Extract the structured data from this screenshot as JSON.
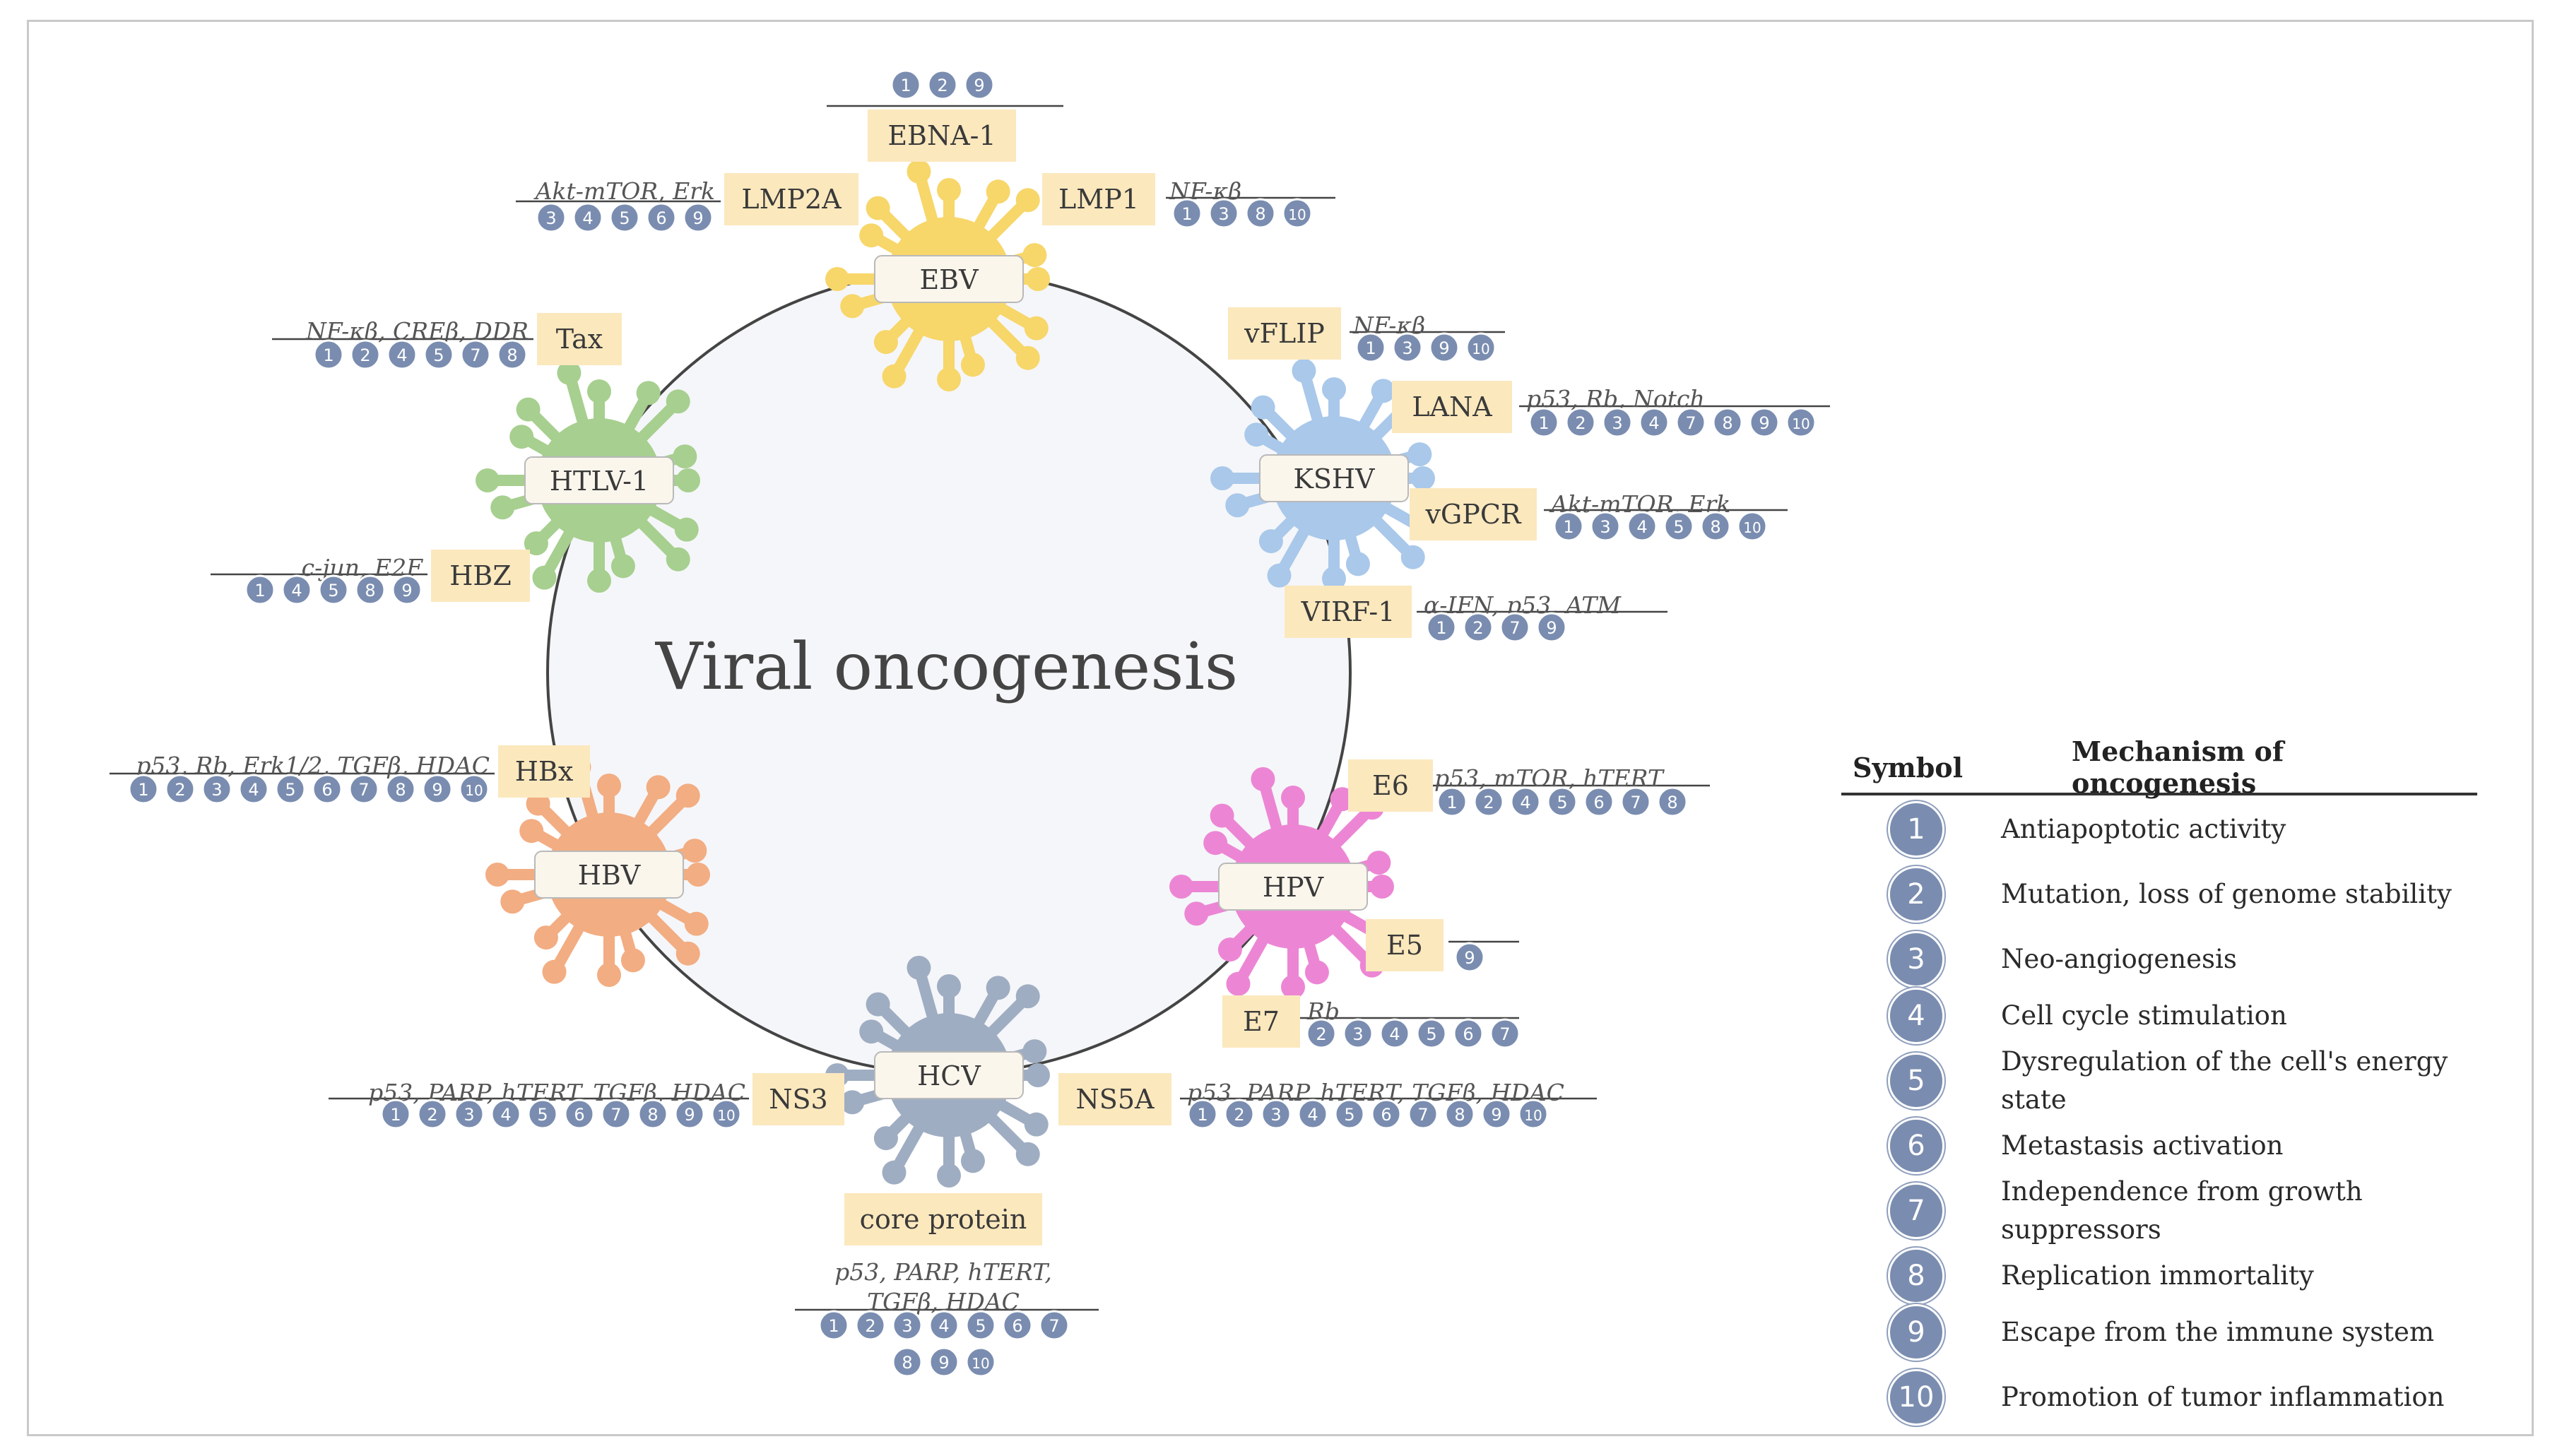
{
  "title": "Viral oncogenesis",
  "colors": {
    "EBV": "#f7d66a",
    "KSHV": "#a9c8ea",
    "HTLV-1": "#a7cf8f",
    "HBV": "#f2ad82",
    "HPV": "#ec86d4",
    "HCV": "#9fadc2",
    "label_box": "#fbe8bd",
    "badge": "#7a8db0"
  },
  "viruses": [
    {
      "name": "EBV"
    },
    {
      "name": "KSHV"
    },
    {
      "name": "HPV"
    },
    {
      "name": "HCV"
    },
    {
      "name": "HBV"
    },
    {
      "name": "HTLV-1"
    }
  ],
  "proteins": [
    {
      "name": "EBNA-1",
      "virus": "EBV",
      "targets": "",
      "mechanisms": [
        1,
        2,
        9
      ]
    },
    {
      "name": "LMP2A",
      "virus": "EBV",
      "targets": "Akt-mTOR, Erk",
      "mechanisms": [
        3,
        4,
        5,
        6,
        9
      ]
    },
    {
      "name": "LMP1",
      "virus": "EBV",
      "targets": "NF-κβ",
      "mechanisms": [
        1,
        3,
        8,
        10
      ]
    },
    {
      "name": "vFLIP",
      "virus": "KSHV",
      "targets": "NF-κβ",
      "mechanisms": [
        1,
        3,
        9,
        10
      ]
    },
    {
      "name": "LANA",
      "virus": "KSHV",
      "targets": "p53, Rb, Notch",
      "mechanisms": [
        1,
        2,
        3,
        4,
        7,
        8,
        9,
        10
      ]
    },
    {
      "name": "vGPCR",
      "virus": "KSHV",
      "targets": "Akt-mTOR, Erk",
      "mechanisms": [
        1,
        3,
        4,
        5,
        8,
        10
      ]
    },
    {
      "name": "VIRF-1",
      "virus": "KSHV",
      "targets": "α-IFN, p53, ATM",
      "mechanisms": [
        1,
        2,
        7,
        9
      ]
    },
    {
      "name": "E6",
      "virus": "HPV",
      "targets": "p53, mTOR, hTERT",
      "mechanisms": [
        1,
        2,
        4,
        5,
        6,
        7,
        8
      ]
    },
    {
      "name": "E5",
      "virus": "HPV",
      "targets": "",
      "mechanisms": [
        9
      ]
    },
    {
      "name": "E7",
      "virus": "HPV",
      "targets": "Rb",
      "mechanisms": [
        2,
        3,
        4,
        5,
        6,
        7
      ]
    },
    {
      "name": "NS5A",
      "virus": "HCV",
      "targets": "p53, PARP, hTERT, TGFβ, HDAC",
      "mechanisms": [
        1,
        2,
        3,
        4,
        5,
        6,
        7,
        8,
        9,
        10
      ]
    },
    {
      "name": "core protein",
      "virus": "HCV",
      "targets": "p53, PARP, hTERT,",
      "targets2": "TGFβ, HDAC",
      "mechanisms": [
        1,
        2,
        3,
        4,
        5,
        6,
        7,
        8,
        9,
        10
      ]
    },
    {
      "name": "NS3",
      "virus": "HCV",
      "targets": "p53, PARP, hTERT, TGFβ, HDAC",
      "mechanisms": [
        1,
        2,
        3,
        4,
        5,
        6,
        7,
        8,
        9,
        10
      ]
    },
    {
      "name": "HBx",
      "virus": "HBV",
      "targets": "p53, Rb, Erk1/2, TGFβ, HDAC",
      "mechanisms": [
        1,
        2,
        3,
        4,
        5,
        6,
        7,
        8,
        9,
        10
      ]
    },
    {
      "name": "HBZ",
      "virus": "HTLV-1",
      "targets": "c-jun, E2F",
      "mechanisms": [
        1,
        4,
        5,
        8,
        9
      ]
    },
    {
      "name": "Tax",
      "virus": "HTLV-1",
      "targets": "NF-κβ, CREβ, DDR",
      "mechanisms": [
        1,
        2,
        4,
        5,
        7,
        8
      ]
    }
  ],
  "legend": {
    "symbol_header": "Symbol",
    "mechanism_header": "Mechanism of oncogenesis",
    "items": [
      {
        "symbol": "1",
        "text": "Antiapoptotic activity"
      },
      {
        "symbol": "2",
        "text": "Mutation, loss of genome stability"
      },
      {
        "symbol": "3",
        "text": "Neo-angiogenesis"
      },
      {
        "symbol": "4",
        "text": "Cell cycle stimulation"
      },
      {
        "symbol": "5",
        "text": "Dysregulation of the cell's energy state"
      },
      {
        "symbol": "6",
        "text": "Metastasis activation"
      },
      {
        "symbol": "7",
        "text": "Independence from growth suppressors"
      },
      {
        "symbol": "8",
        "text": "Replication immortality"
      },
      {
        "symbol": "9",
        "text": "Escape from the immune system"
      },
      {
        "symbol": "10",
        "text": "Promotion of tumor inflammation"
      }
    ]
  }
}
